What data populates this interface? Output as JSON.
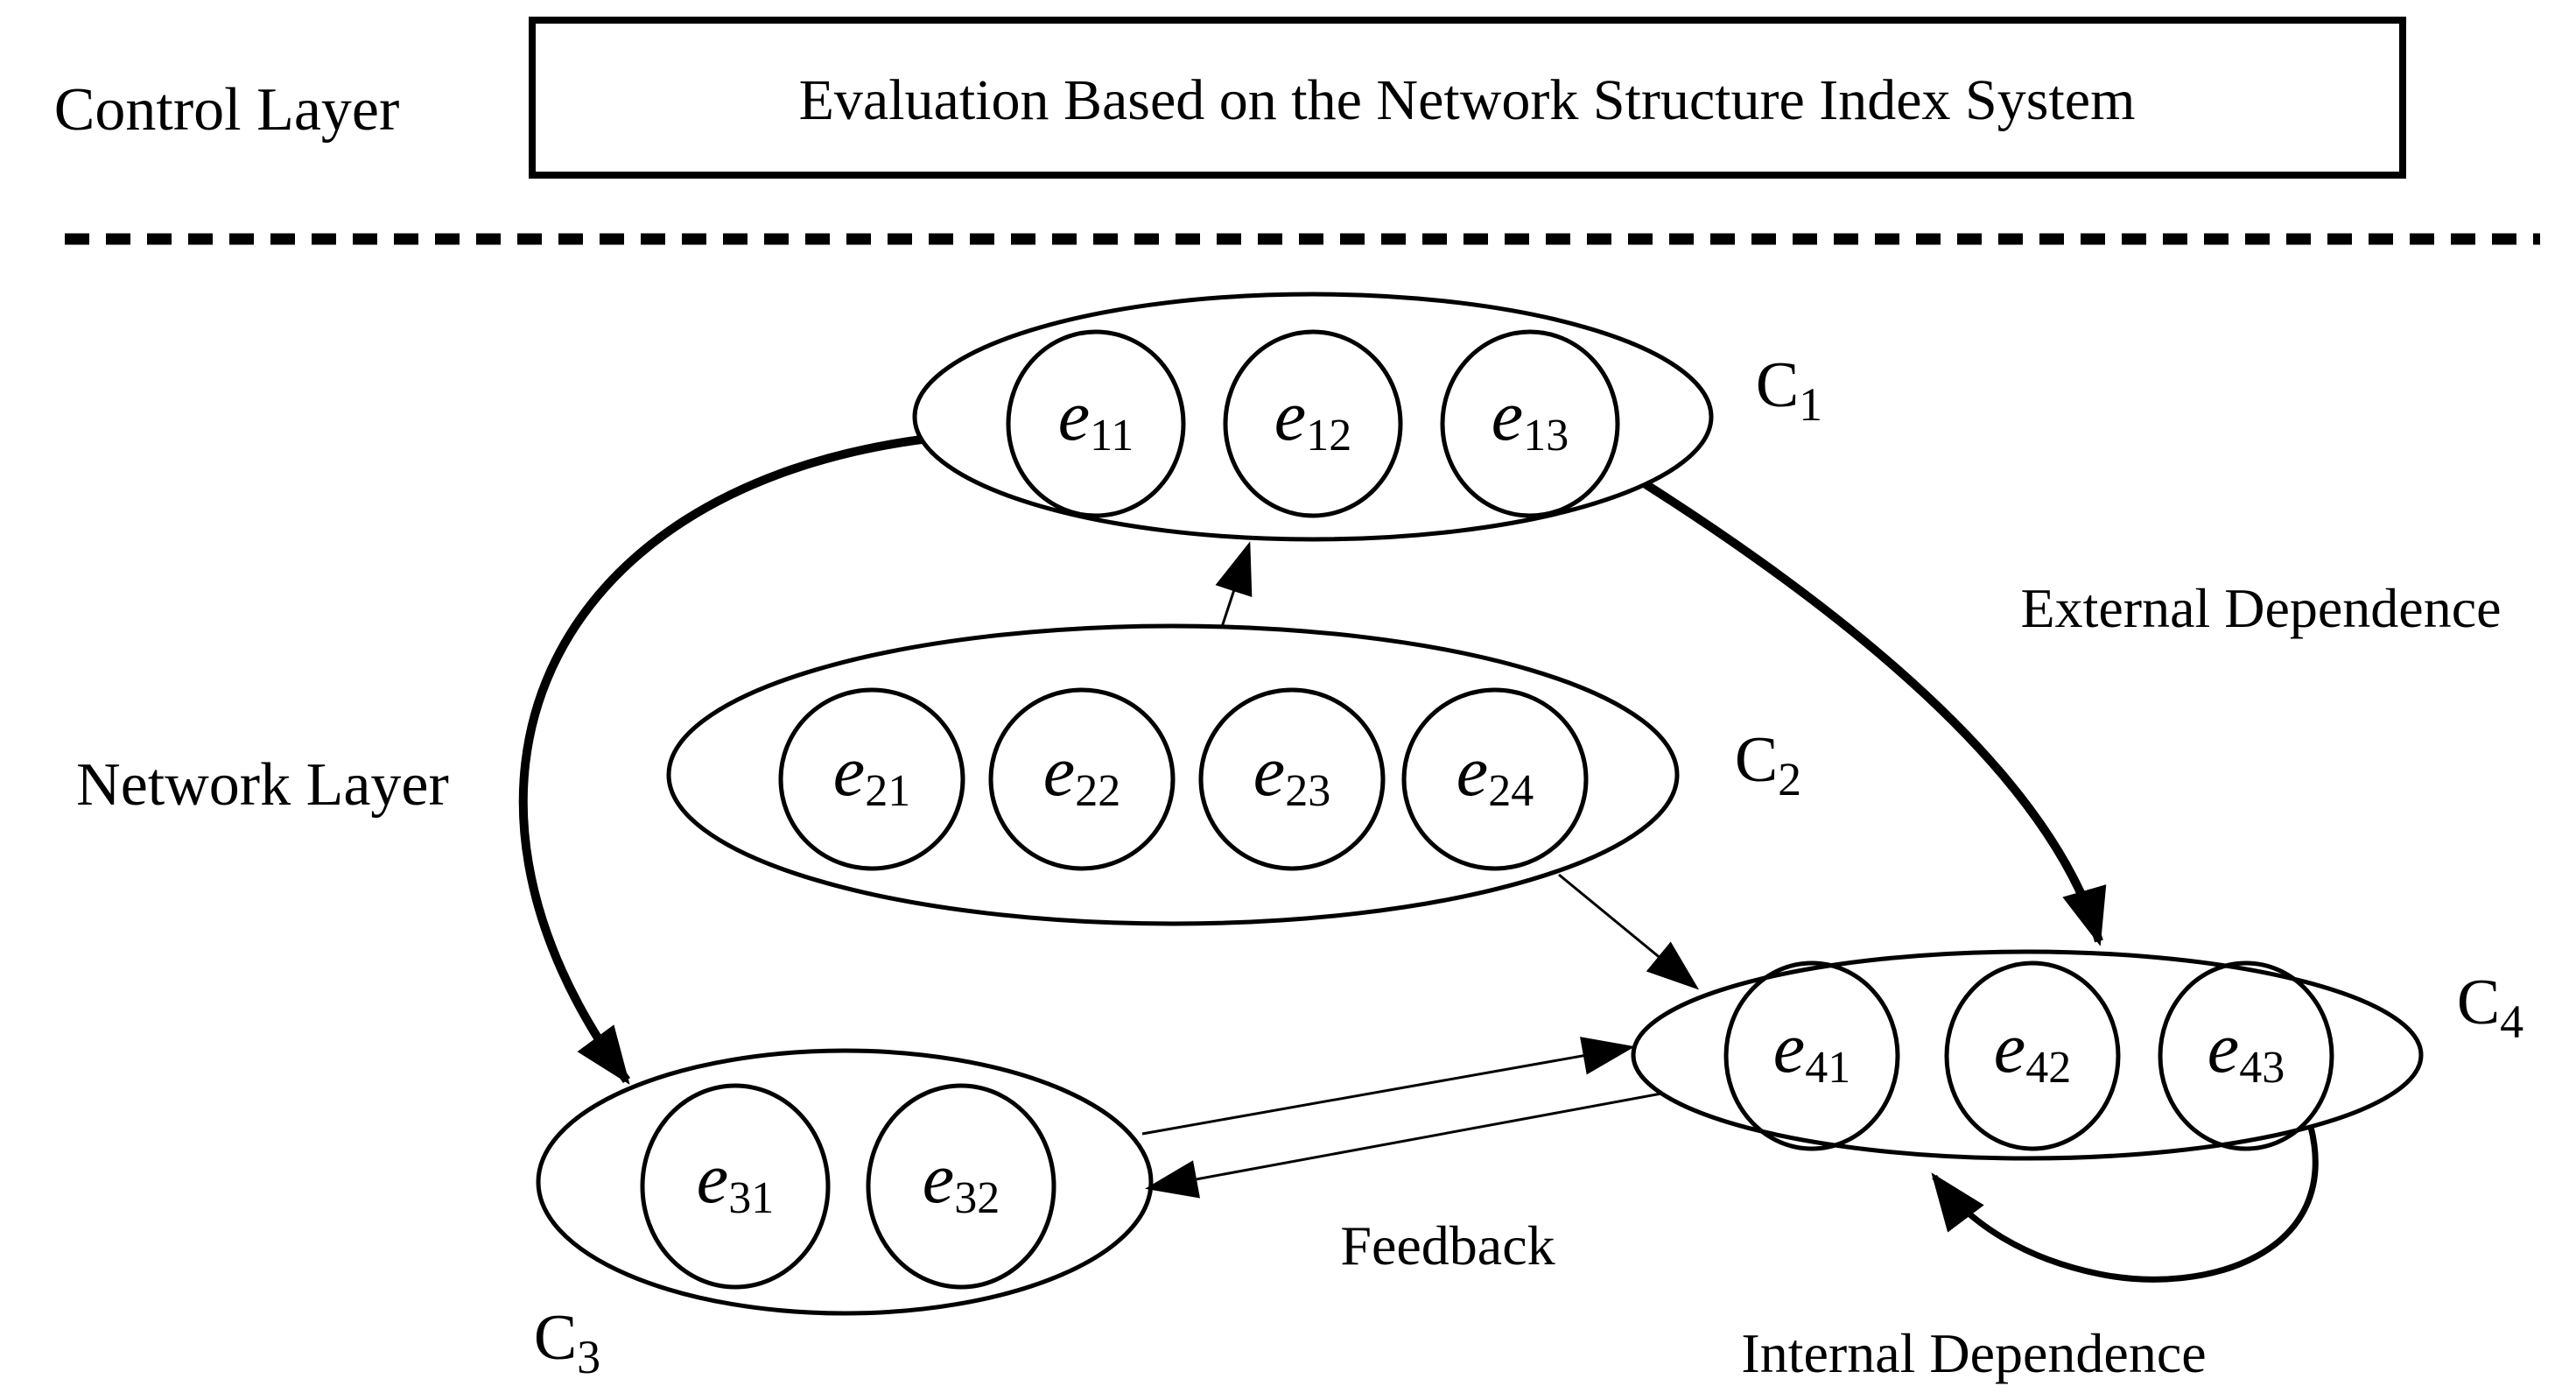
{
  "page": {
    "background": "#ffffff",
    "ink": "#000000"
  },
  "control_layer": {
    "label": "Control Layer",
    "box_label": "Evaluation Based on the Network Structure Index System"
  },
  "network_layer": {
    "label": "Network Layer"
  },
  "relation_labels": {
    "external_dependence": "External Dependence",
    "feedback": "Feedback",
    "internal_dependence": "Internal Dependence"
  },
  "clusters": [
    {
      "name": "C1",
      "label": {
        "base": "C",
        "sub": "1"
      },
      "elements": [
        {
          "base": "e",
          "sub": "11"
        },
        {
          "base": "e",
          "sub": "12"
        },
        {
          "base": "e",
          "sub": "13"
        }
      ]
    },
    {
      "name": "C2",
      "label": {
        "base": "C",
        "sub": "2"
      },
      "elements": [
        {
          "base": "e",
          "sub": "21"
        },
        {
          "base": "e",
          "sub": "22"
        },
        {
          "base": "e",
          "sub": "23"
        },
        {
          "base": "e",
          "sub": "24"
        }
      ]
    },
    {
      "name": "C3",
      "label": {
        "base": "C",
        "sub": "3"
      },
      "elements": [
        {
          "base": "e",
          "sub": "31"
        },
        {
          "base": "e",
          "sub": "32"
        }
      ]
    },
    {
      "name": "C4",
      "label": {
        "base": "C",
        "sub": "4"
      },
      "elements": [
        {
          "base": "e",
          "sub": "41"
        },
        {
          "base": "e",
          "sub": "42"
        },
        {
          "base": "e",
          "sub": "43"
        }
      ]
    }
  ]
}
